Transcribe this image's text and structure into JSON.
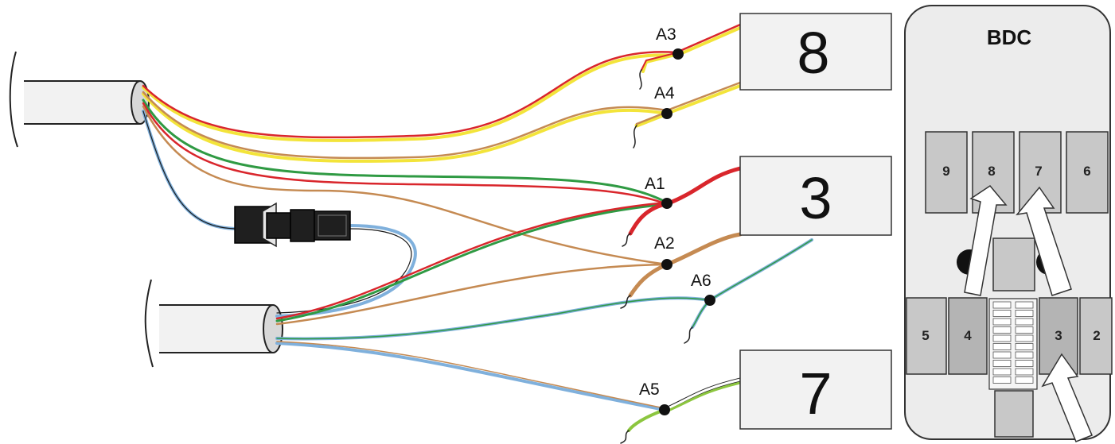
{
  "splice_labels": {
    "a3": "A3",
    "a4": "A4",
    "a1": "A1",
    "a2": "A2",
    "a6": "A6",
    "a5": "A5"
  },
  "connector_boxes": {
    "top": "8",
    "middle": "3",
    "bottom": "7"
  },
  "bdc": {
    "title": "BDC",
    "slots_top": [
      "9",
      "8",
      "7",
      "6"
    ],
    "slots_bottom": [
      "5",
      "4",
      "3",
      "2"
    ]
  },
  "colors": {
    "red": "#d9262c",
    "yellow": "#f3e43a",
    "brown": "#c58a52",
    "green": "#2f9a43",
    "blue": "#7fb0dc",
    "light_green": "#8cc63f",
    "black": "#1a1a1a",
    "cable_fill": "#f2f2f2",
    "box_fill": "#f2f2f2",
    "bdc_fill": "#ececec",
    "slot_fill": "#c8c8c8"
  }
}
